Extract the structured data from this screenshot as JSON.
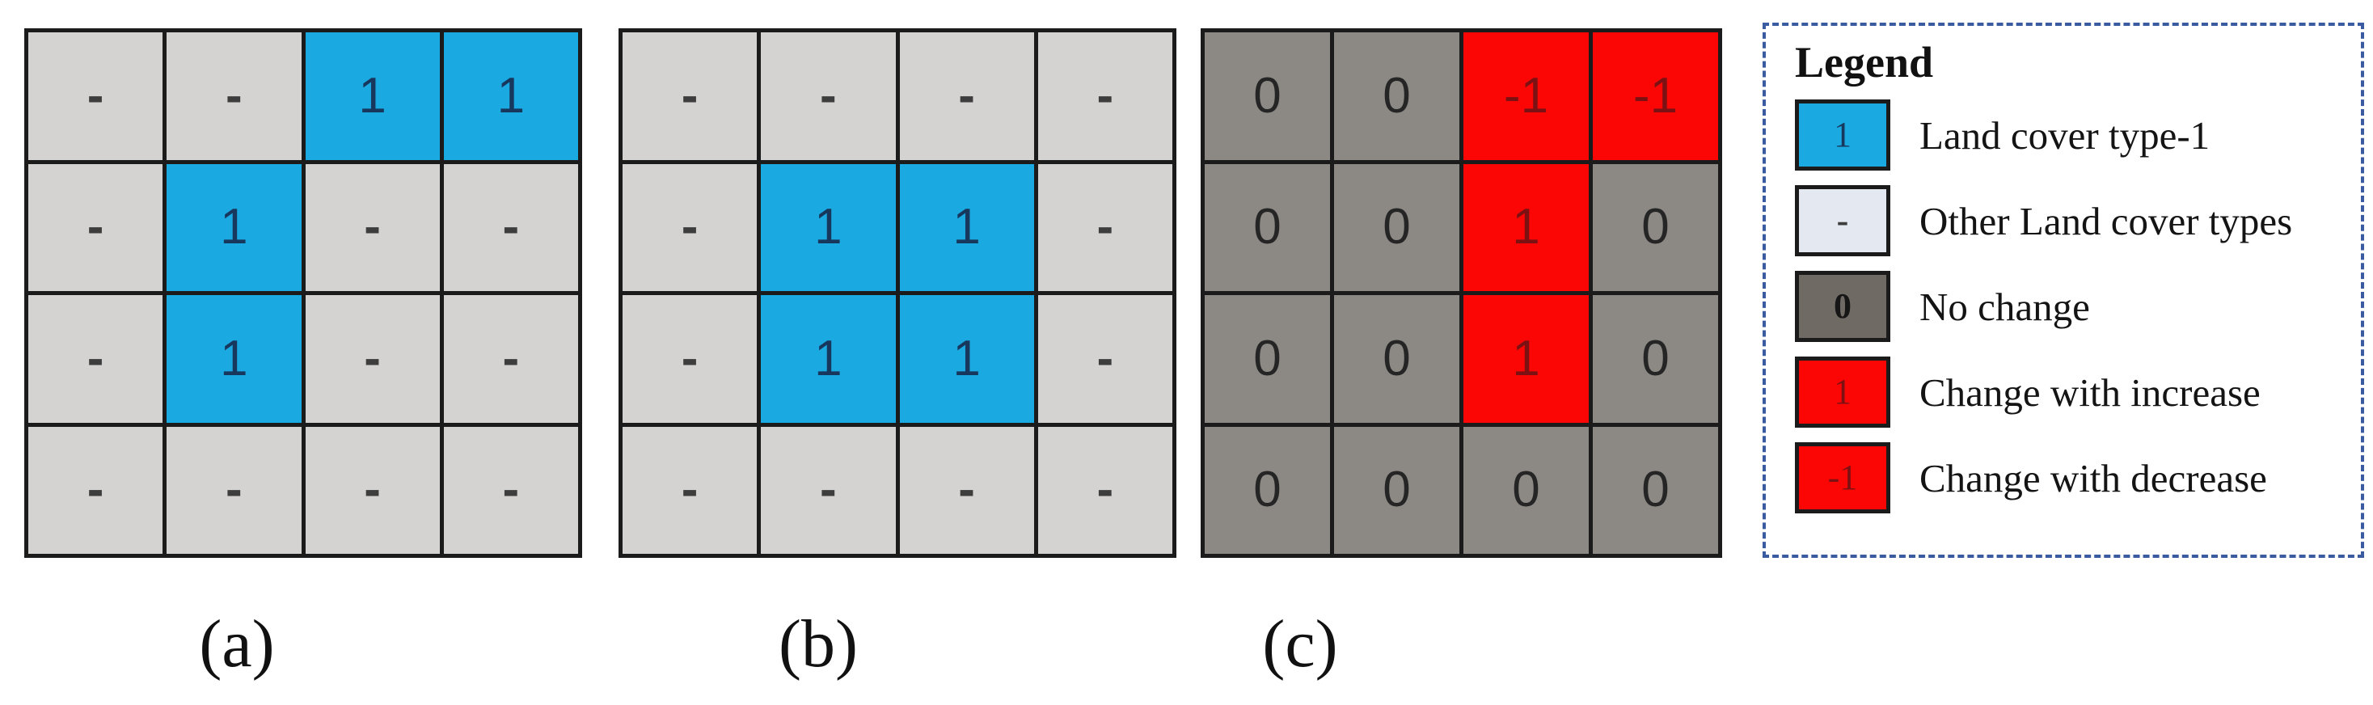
{
  "panels": [
    {
      "id": "a",
      "caption": "(a)",
      "cells": [
        [
          {
            "v": "-",
            "t": "other"
          },
          {
            "v": "-",
            "t": "other"
          },
          {
            "v": "1",
            "t": "type1"
          },
          {
            "v": "1",
            "t": "type1"
          }
        ],
        [
          {
            "v": "-",
            "t": "other"
          },
          {
            "v": "1",
            "t": "type1"
          },
          {
            "v": "-",
            "t": "other"
          },
          {
            "v": "-",
            "t": "other"
          }
        ],
        [
          {
            "v": "-",
            "t": "other"
          },
          {
            "v": "1",
            "t": "type1"
          },
          {
            "v": "-",
            "t": "other"
          },
          {
            "v": "-",
            "t": "other"
          }
        ],
        [
          {
            "v": "-",
            "t": "other"
          },
          {
            "v": "-",
            "t": "other"
          },
          {
            "v": "-",
            "t": "other"
          },
          {
            "v": "-",
            "t": "other"
          }
        ]
      ]
    },
    {
      "id": "b",
      "caption": "(b)",
      "cells": [
        [
          {
            "v": "-",
            "t": "other"
          },
          {
            "v": "-",
            "t": "other"
          },
          {
            "v": "-",
            "t": "other"
          },
          {
            "v": "-",
            "t": "other"
          }
        ],
        [
          {
            "v": "-",
            "t": "other"
          },
          {
            "v": "1",
            "t": "type1"
          },
          {
            "v": "1",
            "t": "type1"
          },
          {
            "v": "-",
            "t": "other"
          }
        ],
        [
          {
            "v": "-",
            "t": "other"
          },
          {
            "v": "1",
            "t": "type1"
          },
          {
            "v": "1",
            "t": "type1"
          },
          {
            "v": "-",
            "t": "other"
          }
        ],
        [
          {
            "v": "-",
            "t": "other"
          },
          {
            "v": "-",
            "t": "other"
          },
          {
            "v": "-",
            "t": "other"
          },
          {
            "v": "-",
            "t": "other"
          }
        ]
      ]
    },
    {
      "id": "c",
      "caption": "(c)",
      "cells": [
        [
          {
            "v": "0",
            "t": "nochange"
          },
          {
            "v": "0",
            "t": "nochange"
          },
          {
            "v": "-1",
            "t": "change"
          },
          {
            "v": "-1",
            "t": "change"
          }
        ],
        [
          {
            "v": "0",
            "t": "nochange"
          },
          {
            "v": "0",
            "t": "nochange"
          },
          {
            "v": "1",
            "t": "change"
          },
          {
            "v": "0",
            "t": "nochange"
          }
        ],
        [
          {
            "v": "0",
            "t": "nochange"
          },
          {
            "v": "0",
            "t": "nochange"
          },
          {
            "v": "1",
            "t": "change"
          },
          {
            "v": "0",
            "t": "nochange"
          }
        ],
        [
          {
            "v": "0",
            "t": "nochange"
          },
          {
            "v": "0",
            "t": "nochange"
          },
          {
            "v": "0",
            "t": "nochange"
          },
          {
            "v": "0",
            "t": "nochange"
          }
        ]
      ]
    }
  ],
  "legend": {
    "title": "Legend",
    "items": [
      {
        "type": "type1",
        "symbol": "1",
        "label": "Land cover type-1"
      },
      {
        "type": "other",
        "symbol": "-",
        "label": "Other Land cover types"
      },
      {
        "type": "nochange",
        "symbol": "0",
        "label": "No change"
      },
      {
        "type": "change",
        "symbol": "1",
        "label": "Change with increase"
      },
      {
        "type": "change",
        "symbol": "-1",
        "label": "Change with decrease"
      }
    ]
  },
  "colors": {
    "type1": "#1ba9e2",
    "other": "#d5d3d1",
    "other-legend": "#e4e9f1",
    "nochange": "#8c8884",
    "nochange-legend": "#6f6a64",
    "change": "#fb0505",
    "text-blue": "#17375d",
    "text-dark": "#3d3d3d",
    "text-red": "#7b1113",
    "legend-border": "#3a5ba0"
  }
}
